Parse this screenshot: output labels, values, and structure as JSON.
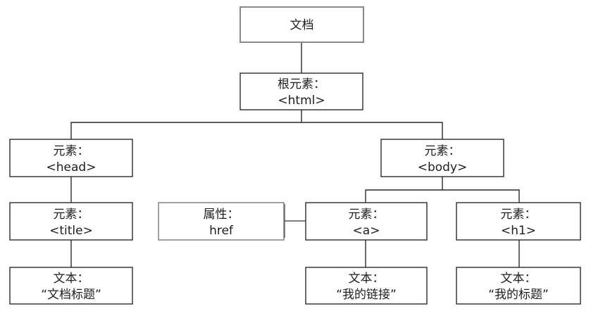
{
  "nodes": {
    "document": {
      "lines": [
        "文档"
      ]
    },
    "root": {
      "lines": [
        "根元素：",
        "<html>"
      ]
    },
    "head": {
      "lines": [
        "元素：",
        "<head>"
      ]
    },
    "body": {
      "lines": [
        "元素：",
        "<body>"
      ]
    },
    "title": {
      "lines": [
        "元素：",
        "<title>"
      ]
    },
    "attribute": {
      "lines": [
        "属性：",
        "href"
      ]
    },
    "a": {
      "lines": [
        "元素：",
        "<a>"
      ]
    },
    "h1": {
      "lines": [
        "元素：",
        "<h1>"
      ]
    },
    "title_text": {
      "lines": [
        "文本：",
        "“文档标题”"
      ]
    },
    "a_text": {
      "lines": [
        "文本：",
        "“我的链接”"
      ]
    },
    "h1_text": {
      "lines": [
        "文本：",
        "“我的标题”"
      ]
    }
  }
}
